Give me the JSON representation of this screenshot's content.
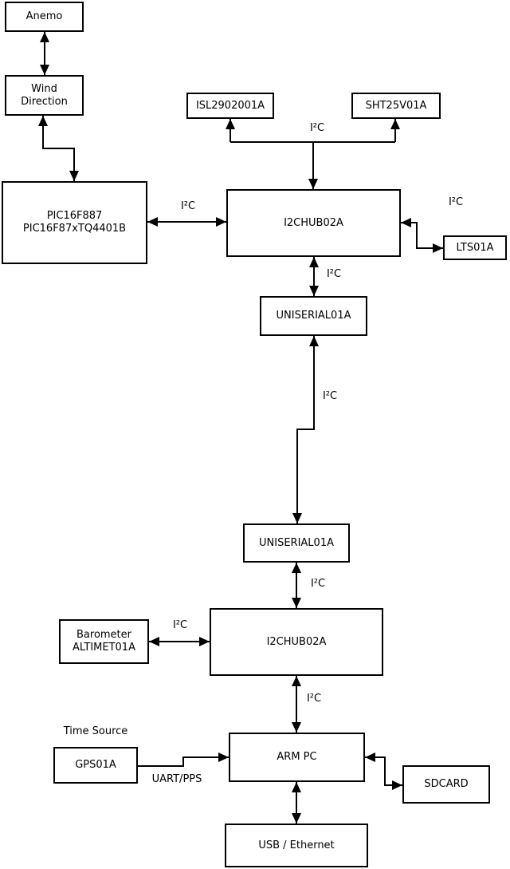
{
  "diagram": {
    "nodes": {
      "anemo": {
        "label": "Anemo"
      },
      "wind_direction": {
        "line1": "Wind",
        "line2": "Direction"
      },
      "pic": {
        "line1": "PIC16F887",
        "line2": "PIC16F87xTQ4401B"
      },
      "isl": {
        "label": "ISL2902001A"
      },
      "sht": {
        "label": "SHT25V01A"
      },
      "hub1": {
        "label": "I2CHUB02A"
      },
      "lts": {
        "label": "LTS01A"
      },
      "uniserial1": {
        "label": "UNISERIAL01A"
      },
      "uniserial2": {
        "label": "UNISERIAL01A"
      },
      "barometer": {
        "line1": "Barometer",
        "line2": "ALTIMET01A"
      },
      "hub2": {
        "label": "I2CHUB02A"
      },
      "gps": {
        "label": "GPS01A"
      },
      "arm_pc": {
        "label": "ARM PC"
      },
      "sdcard": {
        "label": "SDCARD"
      },
      "usb_ethernet": {
        "label": "USB / Ethernet"
      }
    },
    "edge_labels": {
      "i2c_sensors": "I²C",
      "i2c_pic_hub1": "I²C",
      "i2c_hub1_lts": "I²C",
      "i2c_hub1_uniserial": "I²C",
      "i2c_uniserial_link": "I²C",
      "i2c_uniserial_hub2": "I²C",
      "i2c_barometer_hub2": "I²C",
      "i2c_hub2_armpc": "I²C",
      "uart_pps": "UART/PPS"
    },
    "annotations": {
      "time_source": "Time Source"
    },
    "colors": {
      "line": "#000000",
      "box_border": "#000000",
      "box_fill": "#ffffff",
      "background": "#ffffff",
      "text": "#000000"
    }
  }
}
